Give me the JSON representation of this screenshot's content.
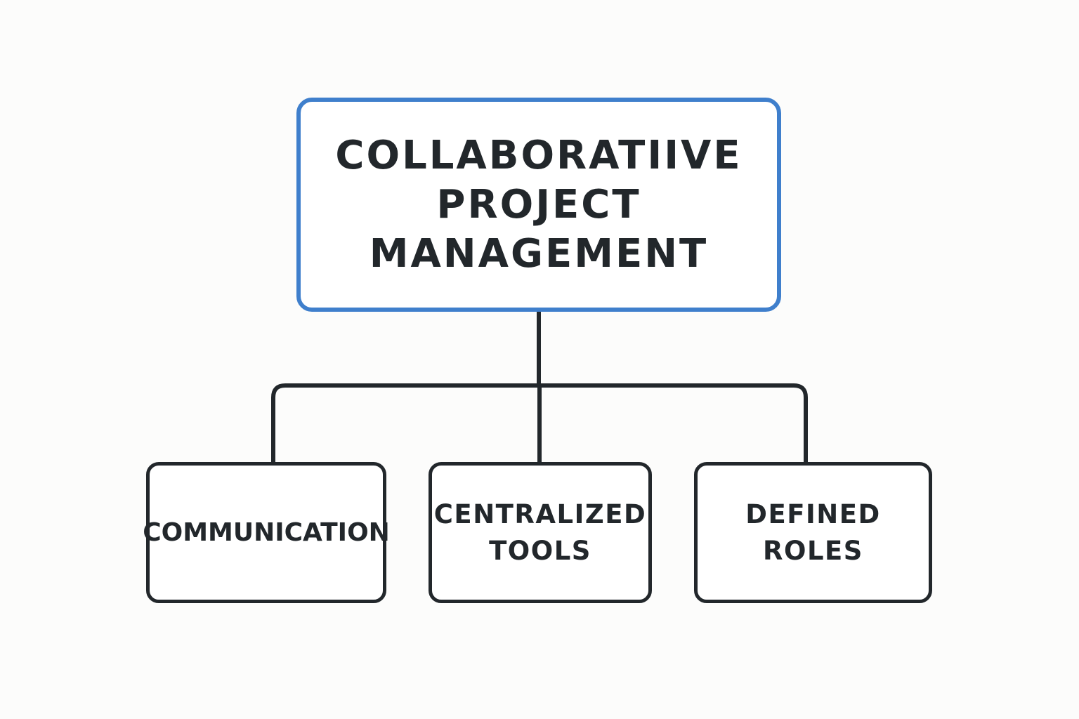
{
  "diagram": {
    "root": {
      "lines": [
        "COLLABORATIIVE",
        "PROJECT",
        "MANAGEMENT"
      ]
    },
    "children": [
      {
        "lines": [
          "COMMUNICATION"
        ]
      },
      {
        "lines": [
          "CENTRALIZED",
          "TOOLS"
        ]
      },
      {
        "lines": [
          "DEFINED",
          "ROLES"
        ]
      }
    ]
  },
  "colors": {
    "root_border": "#3f7fcc",
    "child_border": "#22272b",
    "connector": "#22272b",
    "text": "#22272b",
    "background": "#fcfcfb"
  }
}
